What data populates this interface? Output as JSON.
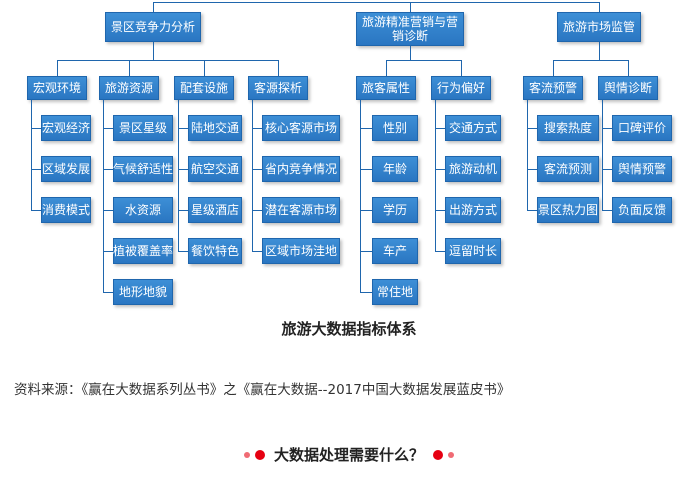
{
  "diagram": {
    "top": [
      {
        "label": "景区竞争力分析",
        "groups": [
          {
            "label": "宏观环境",
            "items": [
              "宏观经济",
              "区域发展",
              "消费模式"
            ]
          },
          {
            "label": "旅游资源",
            "items": [
              "景区星级",
              "气候舒适性",
              "水资源",
              "植被覆盖率",
              "地形地貌"
            ]
          },
          {
            "label": "配套设施",
            "items": [
              "陆地交通",
              "航空交通",
              "星级酒店",
              "餐饮特色"
            ]
          },
          {
            "label": "客源探析",
            "items": [
              "核心客源市场",
              "省内竞争情况",
              "潜在客源市场",
              "区域市场洼地"
            ]
          }
        ]
      },
      {
        "label": "旅游精准营销与营销诊断",
        "groups": [
          {
            "label": "旅客属性",
            "items": [
              "性别",
              "年龄",
              "学历",
              "车产",
              "常住地"
            ]
          },
          {
            "label": "行为偏好",
            "items": [
              "交通方式",
              "旅游动机",
              "出游方式",
              "逗留时长"
            ]
          }
        ]
      },
      {
        "label": "旅游市场监管",
        "groups": [
          {
            "label": "客流预警",
            "items": [
              "搜索热度",
              "客流预测",
              "景区热力图"
            ]
          },
          {
            "label": "舆情诊断",
            "items": [
              "口碑评价",
              "舆情预警",
              "负面反馈"
            ]
          }
        ]
      }
    ]
  },
  "caption": "旅游大数据指标体系",
  "source": "资料来源：《赢在大数据系列丛书》之《赢在大数据--2017中国大数据发展蓝皮书》",
  "question": "大数据处理需要什么？",
  "colors": {
    "box": "#2a76c2",
    "line": "#1f66ad",
    "dot": "#e60012"
  }
}
